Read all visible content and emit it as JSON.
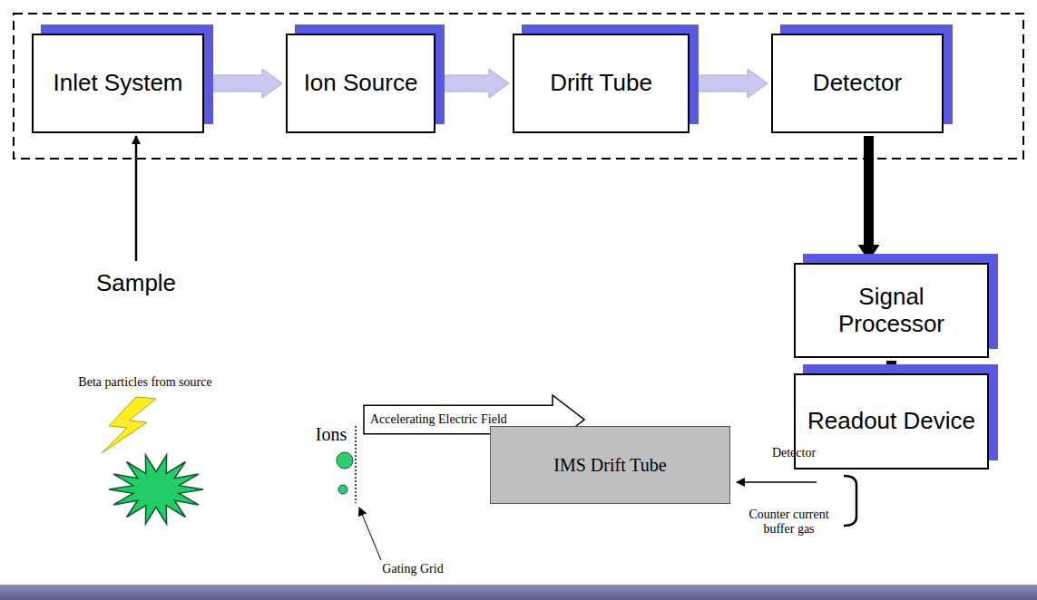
{
  "diagram": {
    "nodes": [
      {
        "text": [
          "Inlet System"
        ]
      },
      {
        "text": [
          "Ion Source"
        ]
      },
      {
        "text": [
          "Drift Tube"
        ]
      },
      {
        "text": [
          "Detector"
        ]
      },
      {
        "text": [
          "Signal Processor"
        ]
      },
      {
        "text": [
          "Readout Device"
        ]
      },
      {
        "text": [
          "Accelerating Electric Field"
        ]
      },
      {
        "text": [
          "IMS Drift Tube"
        ]
      }
    ],
    "edges": [
      {
        "from": 0,
        "to": 1,
        "arrow": "to"
      },
      {
        "from": 1,
        "to": 2,
        "arrow": "to"
      },
      {
        "from": 2,
        "to": 3,
        "arrow": "to"
      },
      {
        "from": 3,
        "to": 4,
        "arrow": "to"
      },
      {
        "from": 4,
        "to": 5,
        "arrow": "to"
      }
    ],
    "labels": [
      "Sample",
      "Beta particles from source",
      "Ions",
      "Gating Grid",
      "Detector",
      "Counter current buffer gas"
    ]
  }
}
